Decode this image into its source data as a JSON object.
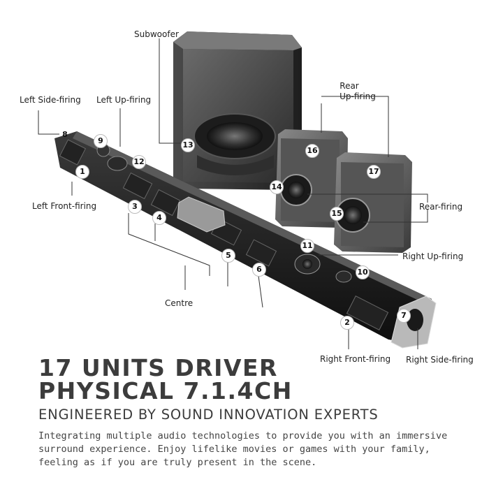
{
  "labels": {
    "subwoofer": "Subwoofer",
    "rear_upfiring_1": "Rear",
    "rear_upfiring_2": "Up-firing",
    "left_side_firing": "Left Side-firing",
    "left_up_firing": "Left Up-firing",
    "left_front_firing": "Left Front-firing",
    "rear_firing": "Rear-firing",
    "right_up_firing": "Right Up-firing",
    "centre": "Centre",
    "right_front_firing": "Right Front-firing",
    "right_side_firing": "Right Side-firing"
  },
  "numbers": [
    "1",
    "2",
    "3",
    "4",
    "5",
    "6",
    "7",
    "8",
    "9",
    "10",
    "11",
    "12",
    "13",
    "14",
    "15",
    "16",
    "17"
  ],
  "headline": {
    "line1": "17 UNITS DRIVER",
    "line2": "PHYSICAL 7.1.4CH"
  },
  "subheadline": "ENGINEERED BY SOUND INNOVATION EXPERTS",
  "body": "Integrating multiple audio technologies to provide you with an immersive surround experience. Enjoy lifelike movies or games with your family, feeling as if you are truly present in the scene."
}
